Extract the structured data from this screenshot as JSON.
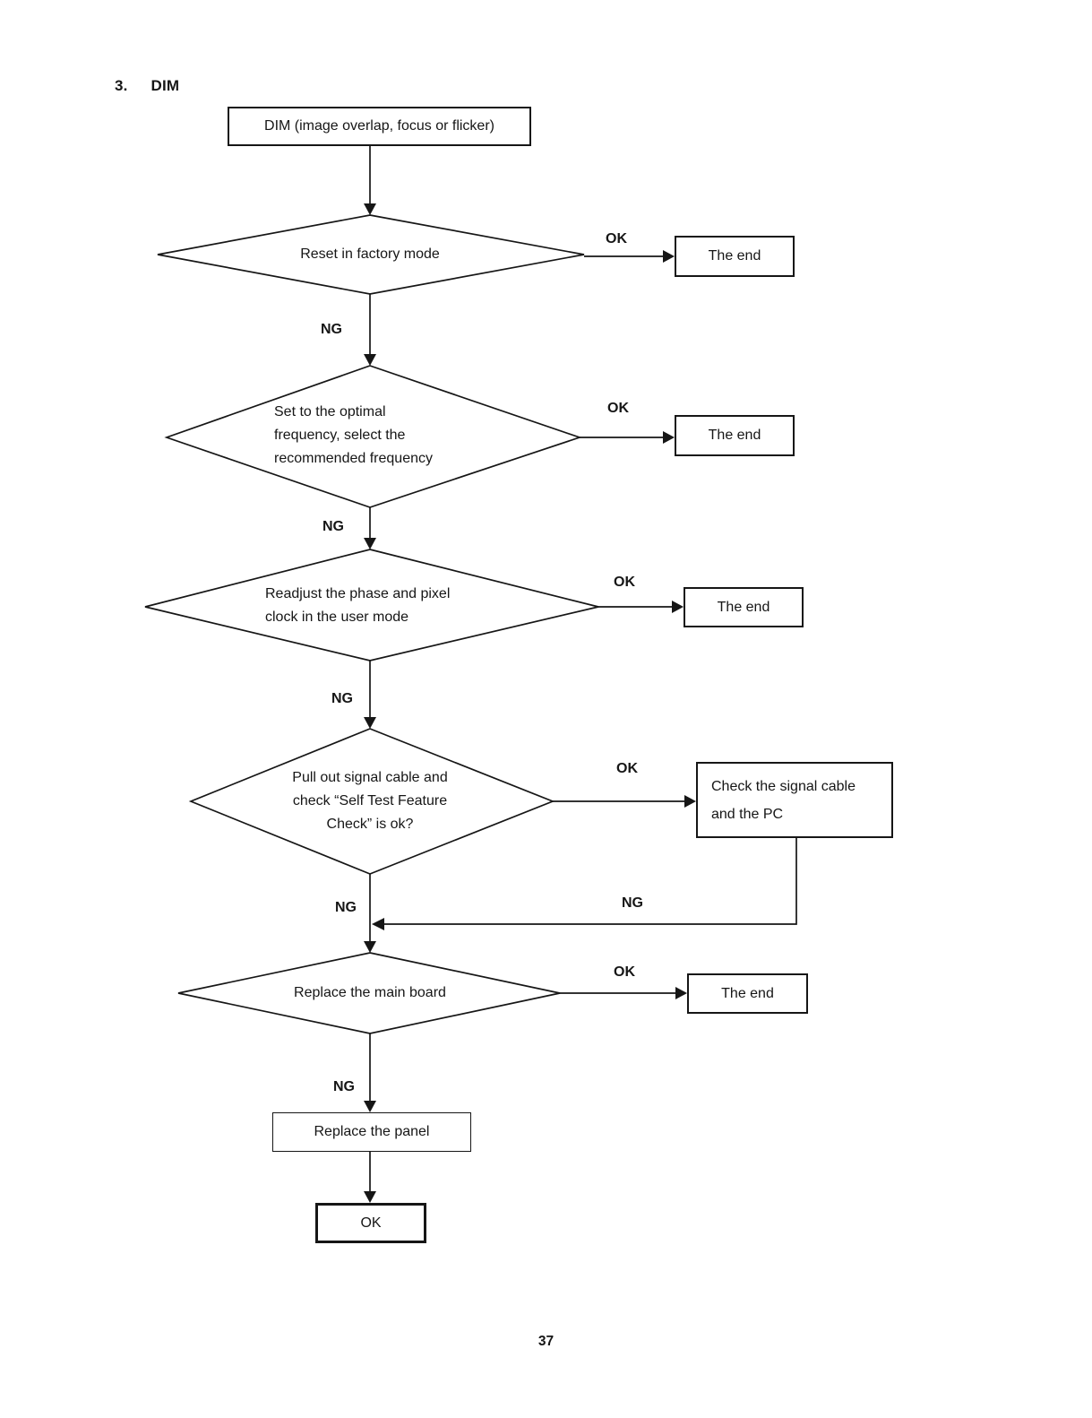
{
  "page": {
    "section_number": "3.",
    "section_title": "DIM",
    "page_number": "37"
  },
  "flow": {
    "start": "DIM (image overlap, focus or flicker)",
    "decision1": "Reset in factory mode",
    "decision2": {
      "line1": "Set to the optimal",
      "line2": "frequency, select the",
      "line3": "recommended frequency"
    },
    "decision3": {
      "line1": "Readjust the phase and pixel",
      "line2": "clock in the user mode"
    },
    "decision4": {
      "line1": "Pull out signal cable and",
      "line2": "check “Self Test Feature",
      "line3": "Check” is ok?"
    },
    "decision5": "Replace the main board",
    "check_box": {
      "line1": "Check the signal cable",
      "line2": "and the PC"
    },
    "panel_box": "Replace the panel",
    "final_box": "OK",
    "end_label": "The end"
  },
  "edge_labels": {
    "ok": "OK",
    "ng": "NG"
  },
  "colors": {
    "line": "#161616",
    "text": "#161616",
    "background": "#ffffff"
  }
}
